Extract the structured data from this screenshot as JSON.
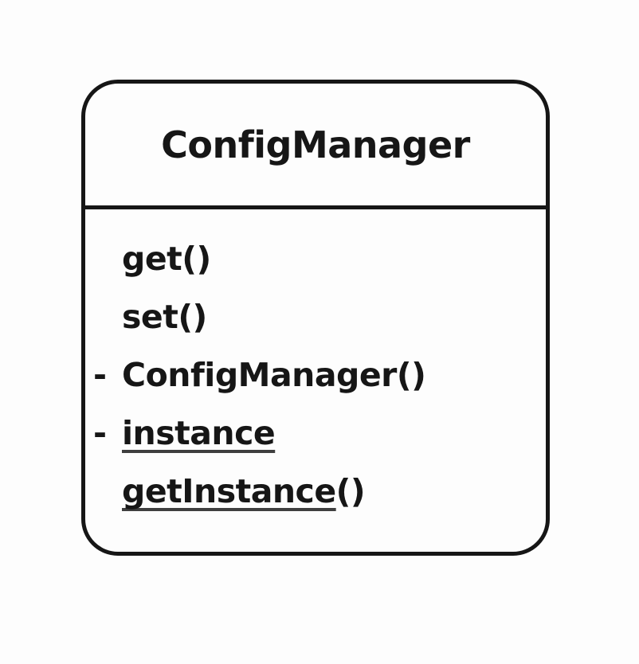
{
  "diagram": {
    "kind": "uml-class-diagram",
    "class": {
      "name": "ConfigManager",
      "members": [
        {
          "visibility": "",
          "label": "get",
          "params": "()",
          "underlined": false
        },
        {
          "visibility": "",
          "label": "set",
          "params": "()",
          "underlined": false
        },
        {
          "visibility": "-",
          "label": "ConfigManager",
          "params": "()",
          "underlined": false
        },
        {
          "visibility": "-",
          "label": "instance",
          "params": "",
          "underlined": true
        },
        {
          "visibility": "",
          "label": "getInstance",
          "params": "()",
          "underlined": true
        }
      ]
    },
    "colors": {
      "stroke": "#161616",
      "text": "#161616",
      "underline": "#3f3f3f",
      "background": "#fdfdfd"
    }
  }
}
